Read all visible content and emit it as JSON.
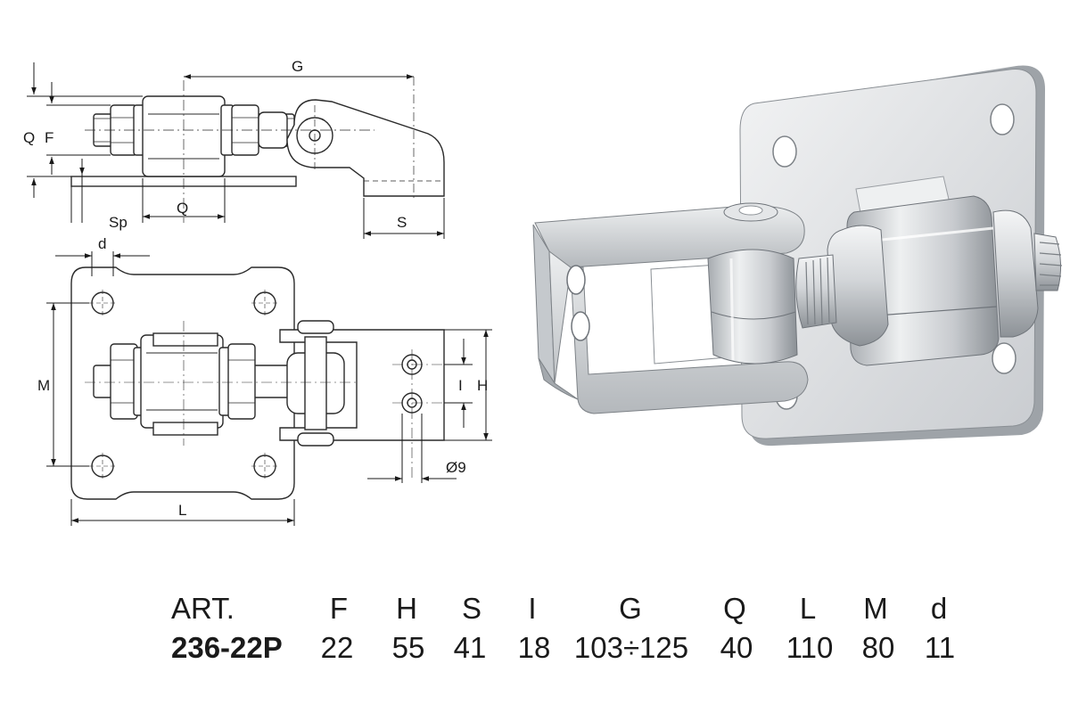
{
  "drawing_labels": {
    "g": "G",
    "q_top": "Q",
    "f": "F",
    "q_bottom": "Q",
    "sp": "Sp",
    "s": "S",
    "d": "d",
    "m": "M",
    "i": "I",
    "h": "H",
    "hole_dia": "Ø9",
    "l": "L"
  },
  "table": {
    "headers": [
      "ART.",
      "F",
      "H",
      "S",
      "I",
      "G",
      "Q",
      "L",
      "M",
      "d"
    ],
    "values": [
      "236-22P",
      "22",
      "55",
      "41",
      "18",
      "103÷125",
      "40",
      "110",
      "80",
      "11"
    ]
  },
  "colors": {
    "line": "#2a2a2a",
    "metal_light": "#e6e8ea",
    "metal_mid": "#b9bdc1",
    "metal_dark": "#7d8287"
  }
}
